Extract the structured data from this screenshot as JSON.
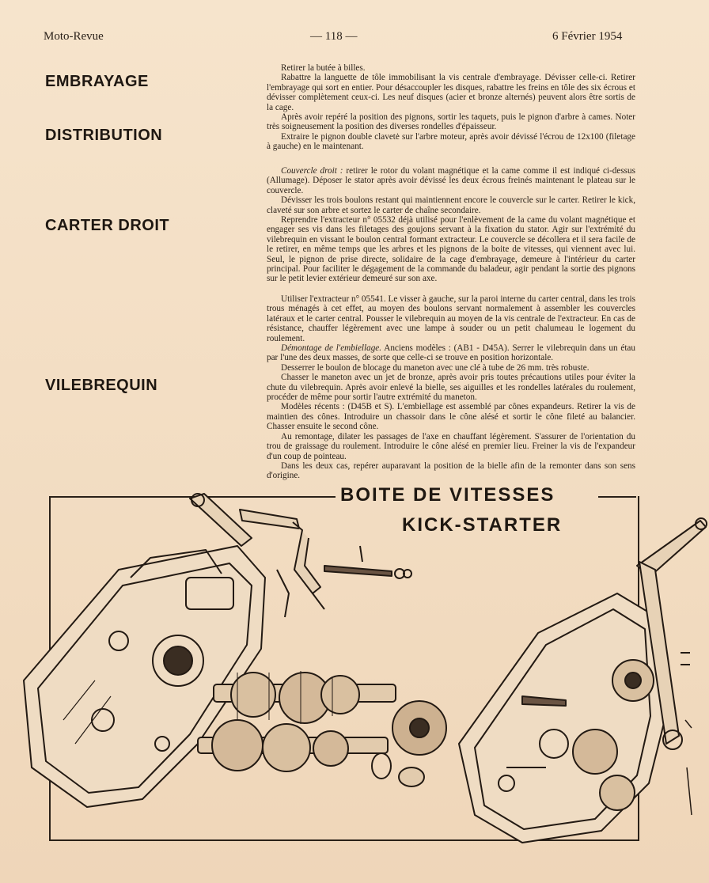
{
  "header": {
    "left": "Moto-Revue",
    "center": "— 118 —",
    "right": "6 Février 1954"
  },
  "sections": {
    "embrayage": {
      "title": "EMBRAYAGE",
      "paragraphs": [
        "Retirer la butée à billes.",
        "Rabattre la languette de tôle immobilisant la vis centrale d'embrayage. Dévisser celle-ci. Retirer l'embrayage qui sort en entier. Pour désaccoupler les disques, rabattre les freins en tôle des six écrous et dévisser complètement ceux-ci. Les neuf disques (acier et bronze alternés) peuvent alors être sortis de la cage."
      ]
    },
    "distribution": {
      "title": "DISTRIBUTION",
      "paragraphs": [
        "Après avoir repéré la position des pignons, sortir les taquets, puis le pignon d'arbre à cames. Noter très soigneusement la position des diverses rondelles d'épaisseur.",
        "Extraire le pignon double clavetė sur l'arbre moteur, après avoir dévissé l'écrou de 12x100 (filetage à gauche) en le maintenant."
      ]
    },
    "carter": {
      "title": "CARTER DROIT",
      "intro_em": "Couvercle droit :",
      "paragraphs": [
        " retirer le rotor du volant magnétique et la came comme il est indiqué ci-dessus (Allumage). Déposer le stator après avoir dévissé les deux écrous freinés maintenant le plateau sur le couvercle.",
        "Dévisser les trois boulons restant qui maintiennent encore le couvercle sur le carter. Retirer le kick, claveté sur son arbre et sortez le carter de chaîne secondaire.",
        "Reprendre l'extracteur n° 05532 déjà utilisé pour l'enlèvement de la came du volant magnétique et engager ses vis dans les filetages des goujons servant à la fixation du stator. Agir sur l'extrémité du vilebrequin en vissant le boulon central formant extracteur. Le couvercle se décollera et il sera facile de le retirer, en même temps que les arbres et les pignons de la boite de vitesses, qui viennent avec lui. Seul, le pignon de prise directe, solidaire de la cage d'embrayage, demeure à l'intérieur du carter principal. Pour faciliter le dégagement de la commande du baladeur, agir pendant la sortie des pignons sur le petit levier extérieur demeuré sur son axe."
      ]
    },
    "vilebrequin": {
      "title": "VILEBREQUIN",
      "p1": "Utiliser l'extracteur n° 05541. Le visser à gauche, sur la paroi interne du carter central, dans les trois trous ménagés à cet effet, au moyen des boulons servant normalement à assembler les couvercles latéraux et le carter central. Pousser le vilebrequin au moyen de la vis centrale de l'extracteur. En cas de résistance, chauffer légèrement avec une lampe à souder ou un petit chalumeau le logement du roulement.",
      "p2_em": "Démontage de l'embiellage.",
      "p2": " Anciens modèles : (AB1 - D45A). Serrer le vilebrequin dans un étau par l'une des deux masses, de sorte que celle-ci se trouve en position horizontale.",
      "p3": "Desserrer le boulon de blocage du maneton avec une clé à tube de 26 mm. très robuste.",
      "p4": "Chasser le maneton avec un jet de bronze, après avoir pris toutes précautions utiles pour éviter la chute du vilebrequin. Après avoir enlevé la bielle, ses aiguilles et les rondelles latérales du roulement, procéder de même pour sortir l'autre extrémité du maneton.",
      "p5": "Modèles récents : (D45B et S). L'embiellage est assemblé par cônes expandeurs. Retirer la vis de maintien des cônes. Introduire un chassoir dans le cône alésé et sortir le cône fileté au balancier. Chasser ensuite le second cône.",
      "p6": "Au remontage, dilater les passages de l'axe en chauffant légèrement. S'assurer de l'orientation du trou de graissage du roulement. Introduire le cône alésé en premier lieu. Freiner la vis de l'expandeur d'un coup de pointeau.",
      "p7": "Dans les deux cas, repérer auparavant la position de la bielle afin de la remonter dans son sens d'origine."
    }
  },
  "illustration": {
    "title_line1": "BOITE DE VITESSES",
    "title_line2": "KICK-STARTER"
  }
}
